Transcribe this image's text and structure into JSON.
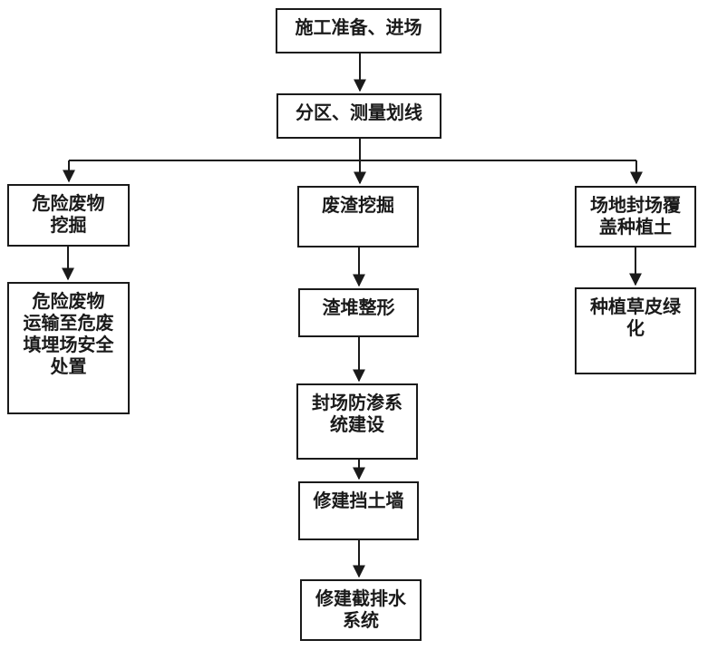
{
  "flowchart": {
    "nodes": {
      "start": {
        "label": "施工准备、进场"
      },
      "zoning": {
        "label": "分区、测量划线"
      },
      "hazwaste_exc": {
        "label": "危险废物\n挖掘"
      },
      "hazwaste_trans": {
        "label": "危险废物\n运输至危废\n填埋场安全\n处置"
      },
      "slag_exc": {
        "label": "废渣挖掘"
      },
      "slag_shaping": {
        "label": "渣堆整形"
      },
      "capping": {
        "label": "封场防渗系\n统建设"
      },
      "retaining_wall": {
        "label": "修建挡土墙"
      },
      "drainage": {
        "label": "修建截排水\n系统"
      },
      "cover_soil": {
        "label": "场地封场覆\n盖种植土"
      },
      "grass": {
        "label": "种植草皮绿\n化"
      }
    },
    "edges": [
      {
        "from": "start",
        "to": "zoning"
      },
      {
        "from": "zoning",
        "to": "hazwaste_exc"
      },
      {
        "from": "zoning",
        "to": "slag_exc"
      },
      {
        "from": "zoning",
        "to": "cover_soil"
      },
      {
        "from": "hazwaste_exc",
        "to": "hazwaste_trans"
      },
      {
        "from": "slag_exc",
        "to": "slag_shaping"
      },
      {
        "from": "slag_shaping",
        "to": "capping"
      },
      {
        "from": "capping",
        "to": "retaining_wall"
      },
      {
        "from": "retaining_wall",
        "to": "drainage"
      },
      {
        "from": "cover_soil",
        "to": "grass"
      }
    ],
    "colors": {
      "line": "#1a1a1a",
      "box_border": "#1a1a1a",
      "background": "#ffffff"
    }
  }
}
